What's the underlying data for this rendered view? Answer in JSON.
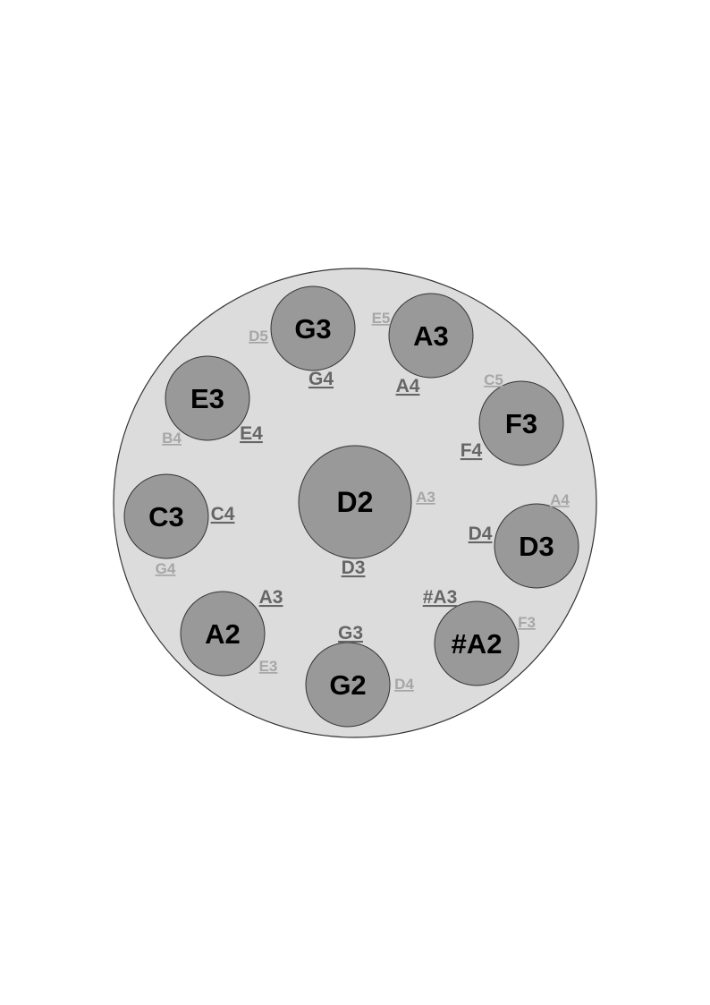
{
  "colors": {
    "page_background": "#ffffff",
    "plate_fill": "#dcdcdc",
    "plate_stroke": "#333333",
    "note_fill": "#999999",
    "note_stroke": "#333333",
    "note_text": "#000000",
    "harmonic_2": "#666666",
    "harmonic_3": "#a6a6a6"
  },
  "center_note": {
    "name": "D2",
    "harmonic_2": "D3",
    "harmonic_3": "A3"
  },
  "ring_notes": [
    {
      "name": "A2",
      "harmonic_2": "A3",
      "harmonic_3": "E3"
    },
    {
      "name": "C3",
      "harmonic_2": "C4",
      "harmonic_3": "G4"
    },
    {
      "name": "E3",
      "harmonic_2": "E4",
      "harmonic_3": "B4"
    },
    {
      "name": "G3",
      "harmonic_2": "G4",
      "harmonic_3": "D5"
    },
    {
      "name": "A3",
      "harmonic_2": "A4",
      "harmonic_3": "E5"
    },
    {
      "name": "F3",
      "harmonic_2": "F4",
      "harmonic_3": "C5"
    },
    {
      "name": "D3",
      "harmonic_2": "D4",
      "harmonic_3": "A4"
    },
    {
      "name": "#A2",
      "harmonic_2": "#A3",
      "harmonic_3": "F3"
    },
    {
      "name": "G2",
      "harmonic_2": "G3",
      "harmonic_3": "D4"
    }
  ]
}
